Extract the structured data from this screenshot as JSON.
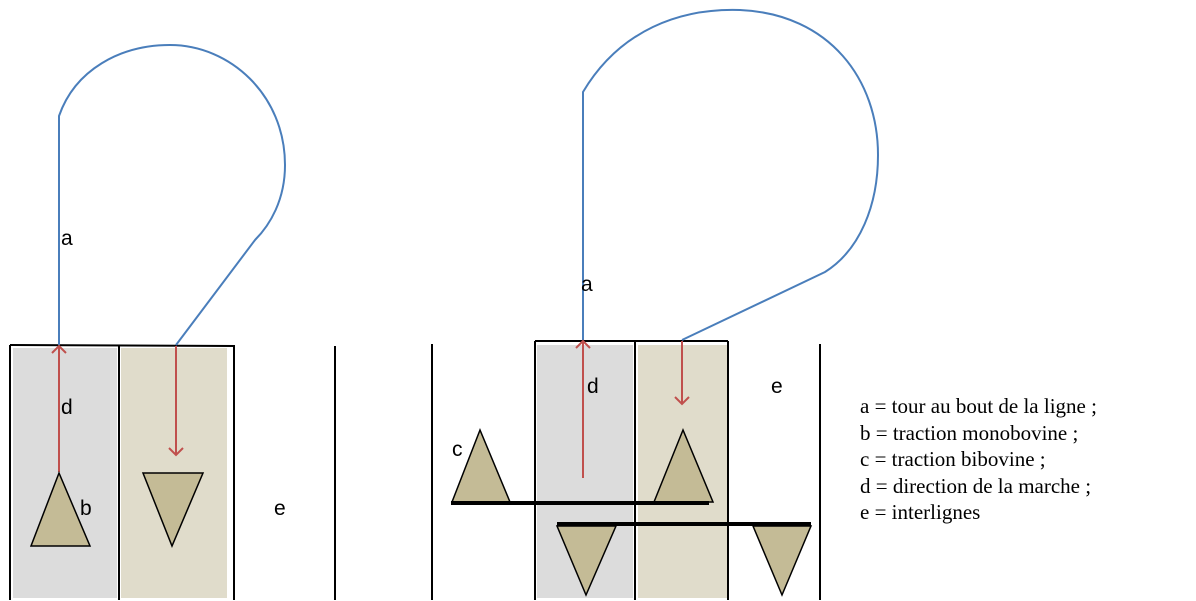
{
  "labels": {
    "a": "a",
    "b": "b",
    "c": "c",
    "d": "d",
    "e": "e"
  },
  "legend": [
    "a = tour au bout de la ligne ;",
    "b = traction monobovine ;",
    "c = traction bibovine ;",
    "d = direction de la marche ;",
    "e = interlignes"
  ],
  "colors": {
    "turn_path": "#4a7ebb",
    "direction_arrow": "#c0504d",
    "row_band_gray": "#dcdcdc",
    "row_band_beige": "#e0dccb",
    "animal_triangle": "#c4bb96",
    "outline": "#000000"
  }
}
